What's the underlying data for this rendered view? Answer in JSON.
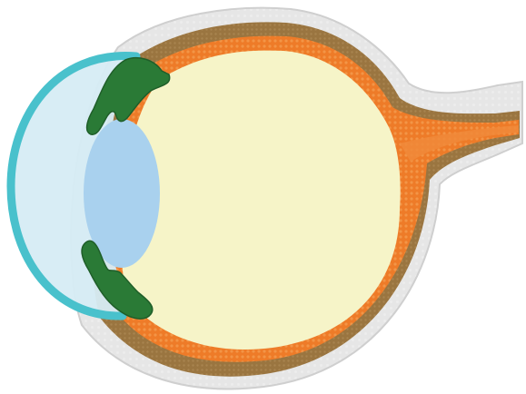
{
  "diagram": {
    "structures": [
      {
        "key": "sclera-outline",
        "name": "sclera",
        "color": "#e6e6e6"
      },
      {
        "key": "choroid",
        "name": "choroid",
        "color": "#9a7540"
      },
      {
        "key": "retina",
        "name": "retina",
        "color": "#ee7b28"
      },
      {
        "key": "vitreous",
        "name": "vitreous-body",
        "color": "#f6f4c8"
      },
      {
        "key": "cornea",
        "name": "cornea",
        "color": "#49c1cc"
      },
      {
        "key": "lens",
        "name": "lens",
        "color": "#a9d1ee"
      },
      {
        "key": "ciliary",
        "name": "ciliary-body-iris",
        "color": "#2a7a36"
      },
      {
        "key": "optic-nerve",
        "name": "optic-nerve",
        "color": "#ee7b28"
      }
    ],
    "colors": {
      "background": "#ffffff",
      "outer": "#e6e6e6",
      "outer_stroke": "#cfcfcf",
      "choroid": "#9a7540",
      "retina": "#ee7b28",
      "vitreous": "#f6f4c8",
      "cornea_fill": "#d6ecf4",
      "cornea_stroke": "#49c1cc",
      "lens": "#a9d1ee",
      "ciliary": "#2a7a36",
      "ciliary_dark": "#1f5e29"
    }
  }
}
